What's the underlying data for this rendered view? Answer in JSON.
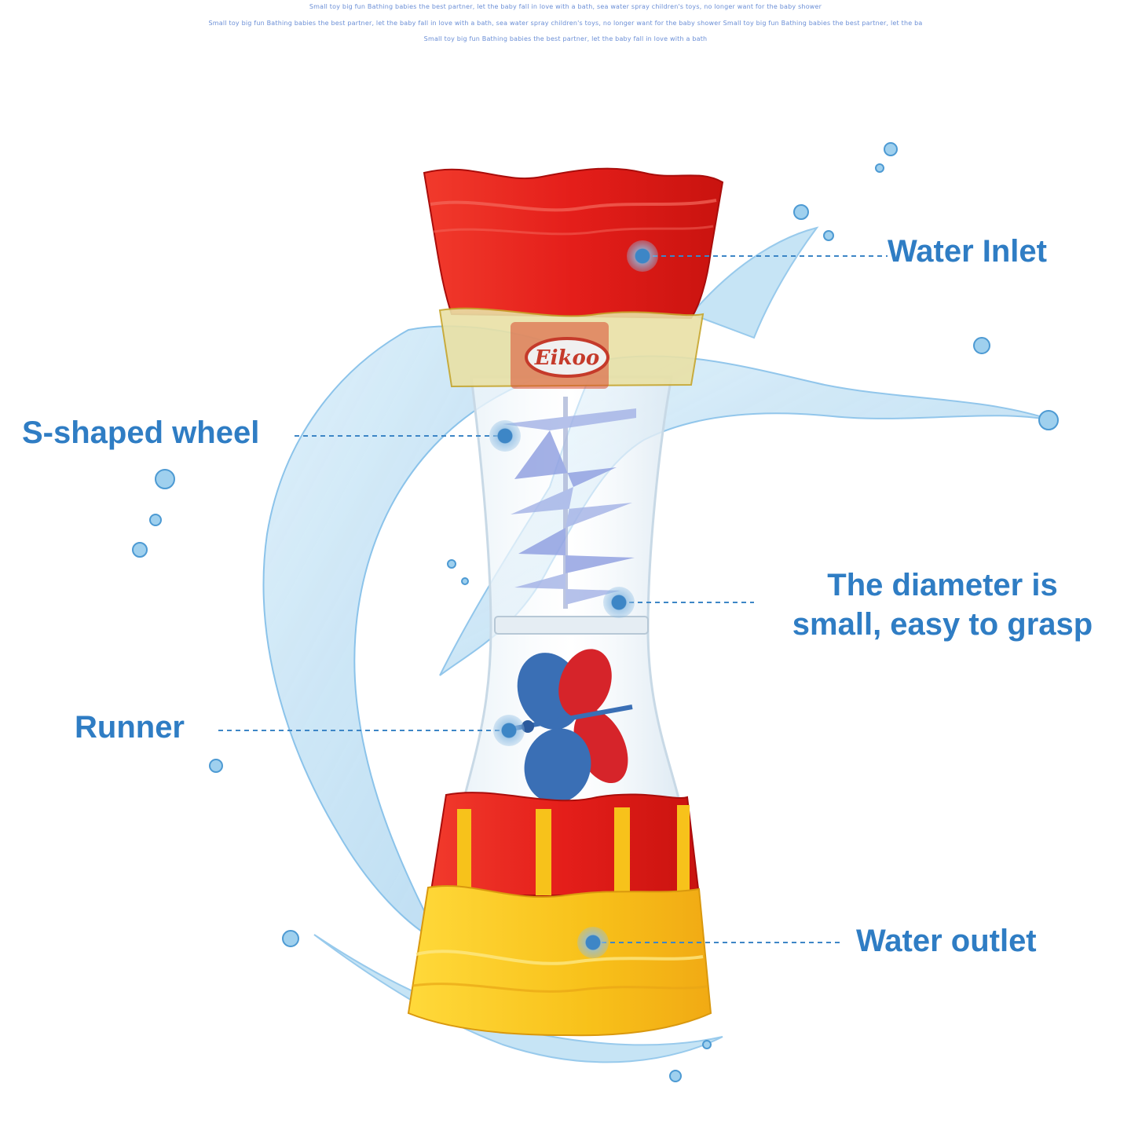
{
  "taglines": [
    "Small toy big fun Bathing babies the best partner, let the baby fall in love with a bath, sea water spray children's toys, no longer want for the baby shower",
    "Small toy big fun Bathing babies the best partner, let the baby fall in love with a bath, sea water spray children's toys, no longer want for the baby shower Small toy big fun Bathing babies the best partner, let the ba",
    "Small toy big fun Bathing babies the best partner, let the baby fall in love with a bath"
  ],
  "brand": {
    "logo_text": "Eikoo"
  },
  "labels": {
    "water_inlet": "Water Inlet",
    "s_wheel": "S-shaped wheel",
    "diameter_line1": "The diameter is",
    "diameter_line2": "small, easy to grasp",
    "runner": "Runner",
    "water_outlet": "Water outlet"
  },
  "colors": {
    "label_text": "#2f7dc4",
    "leader_line": "#3d86c6",
    "marker": "#3d86c6",
    "cup_red": "#e8201c",
    "cup_yellow": "#f9c21c",
    "water": "#8cc7ea",
    "blade_blue": "#3a6fb5",
    "blade_red": "#d6242a"
  }
}
